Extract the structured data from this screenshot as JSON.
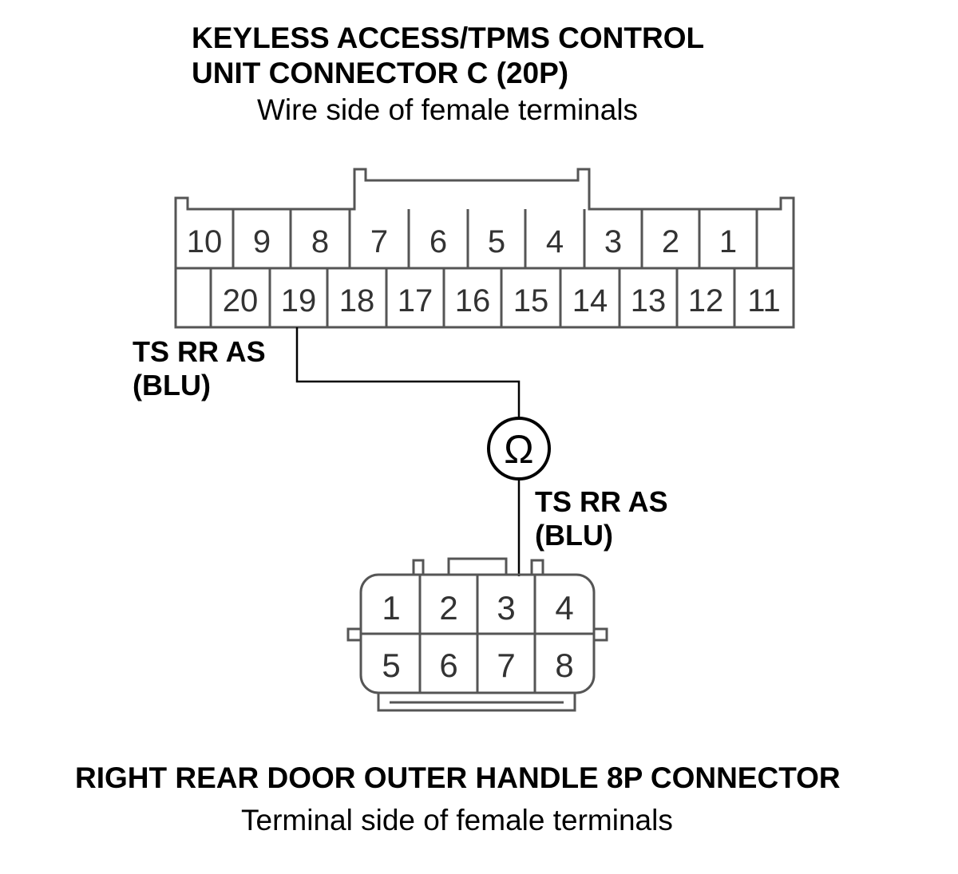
{
  "connector_c": {
    "title_line1": "KEYLESS ACCESS/TPMS CONTROL",
    "title_line2": "UNIT CONNECTOR C (20P)",
    "subtitle": "Wire side of female terminals",
    "row1": [
      "10",
      "9",
      "8",
      "7",
      "6",
      "5",
      "4",
      "3",
      "2",
      "1"
    ],
    "row2": [
      "20",
      "19",
      "18",
      "17",
      "16",
      "15",
      "14",
      "13",
      "12",
      "11"
    ]
  },
  "wire_c": {
    "label_line1": "TS RR AS",
    "label_line2": "(BLU)"
  },
  "meter": {
    "symbol": "Ω"
  },
  "wire_8p": {
    "label_line1": "TS RR AS",
    "label_line2": "(BLU)"
  },
  "connector_8p": {
    "row1": [
      "1",
      "2",
      "3",
      "4"
    ],
    "row2": [
      "5",
      "6",
      "7",
      "8"
    ],
    "title": "RIGHT REAR DOOR OUTER HANDLE 8P CONNECTOR",
    "subtitle": "Terminal side of female terminals"
  }
}
